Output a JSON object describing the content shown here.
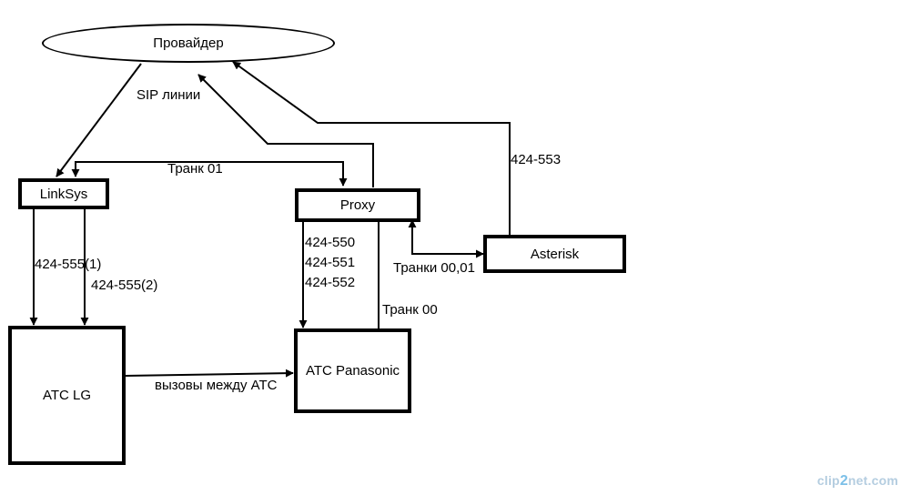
{
  "nodes": {
    "provider": "Провайдер",
    "linksys": "LinkSys",
    "proxy": "Proxy",
    "asterisk": "Asterisk",
    "atc_lg": "ATC LG",
    "atc_panasonic": "ATC Panasonic"
  },
  "labels": {
    "sip_lines": "SIP  линии",
    "trunk_01": "Транк 01",
    "trunk_00": "Транк 00",
    "trunks_00_01": "Транки 00,01",
    "num_553": "424-553",
    "num_555_1": "424-555(1)",
    "num_555_2": "424-555(2)",
    "num_550": "424-550",
    "num_551": "424-551",
    "num_552": "424-552",
    "calls_between": "вызовы между АТС"
  },
  "watermark": {
    "part1": "clip",
    "part2": "2",
    "part3": "net.com"
  }
}
